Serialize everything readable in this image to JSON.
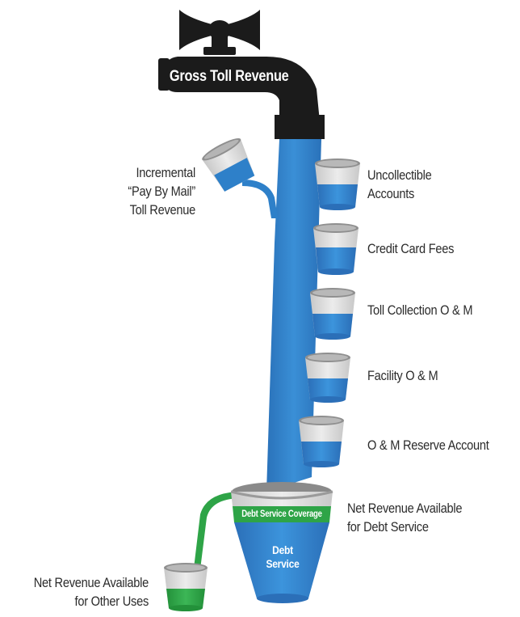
{
  "diagram": {
    "faucet_label": "Gross Toll Revenue",
    "incremental": {
      "line1": "Incremental",
      "line2": "“Pay By Mail”",
      "line3": "Toll Revenue"
    },
    "cups": [
      {
        "line1": "Uncollectible",
        "line2": "Accounts"
      },
      {
        "line1": "Credit Card Fees"
      },
      {
        "line1": "Toll Collection O & M"
      },
      {
        "line1": "Facility O & M"
      },
      {
        "line1": "O & M Reserve Account"
      }
    ],
    "net_debt": {
      "line1": "Net Revenue Available",
      "line2": "for Debt Service"
    },
    "coverage_label": "Debt Service Coverage",
    "debt_service": {
      "line1": "Debt",
      "line2": "Service"
    },
    "net_other": {
      "line1": "Net Revenue Available",
      "line2": "for Other Uses"
    }
  },
  "colors": {
    "water": "#2e80c9",
    "water_dark": "#2266ad",
    "green": "#2ea447",
    "faucet": "#1b1b1b",
    "cup_glass": "#dcdcdc",
    "cup_rim": "#8f8f8f",
    "text": "#2b2b2b"
  }
}
